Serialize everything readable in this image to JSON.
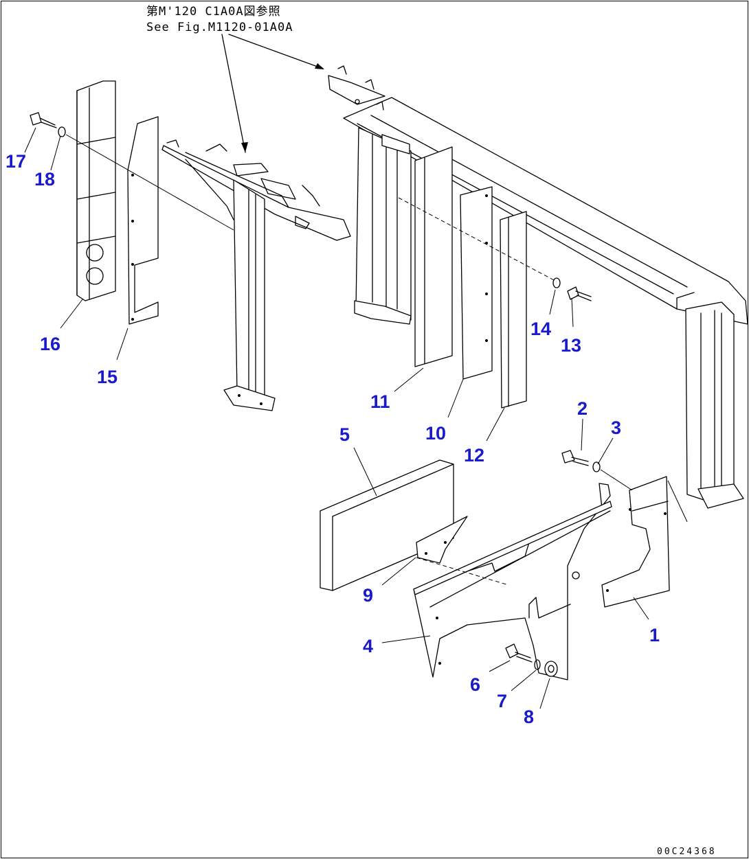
{
  "reference": {
    "line_jp": "第M'120 C1A0A図参照",
    "line_en": "See Fig.M1120-01A0A"
  },
  "drawing_code": "00C24368",
  "callouts": [
    {
      "id": "1",
      "label": "1"
    },
    {
      "id": "2",
      "label": "2"
    },
    {
      "id": "3",
      "label": "3"
    },
    {
      "id": "4",
      "label": "4"
    },
    {
      "id": "5",
      "label": "5"
    },
    {
      "id": "6",
      "label": "6"
    },
    {
      "id": "7",
      "label": "7"
    },
    {
      "id": "8",
      "label": "8"
    },
    {
      "id": "9",
      "label": "9"
    },
    {
      "id": "10",
      "label": "10"
    },
    {
      "id": "11",
      "label": "11"
    },
    {
      "id": "12",
      "label": "12"
    },
    {
      "id": "13",
      "label": "13"
    },
    {
      "id": "14",
      "label": "14"
    },
    {
      "id": "15",
      "label": "15"
    },
    {
      "id": "16",
      "label": "16"
    },
    {
      "id": "17",
      "label": "17"
    },
    {
      "id": "18",
      "label": "18"
    }
  ],
  "colors": {
    "callout": "#1a1acd",
    "line": "#000000",
    "background": "#ffffff"
  }
}
